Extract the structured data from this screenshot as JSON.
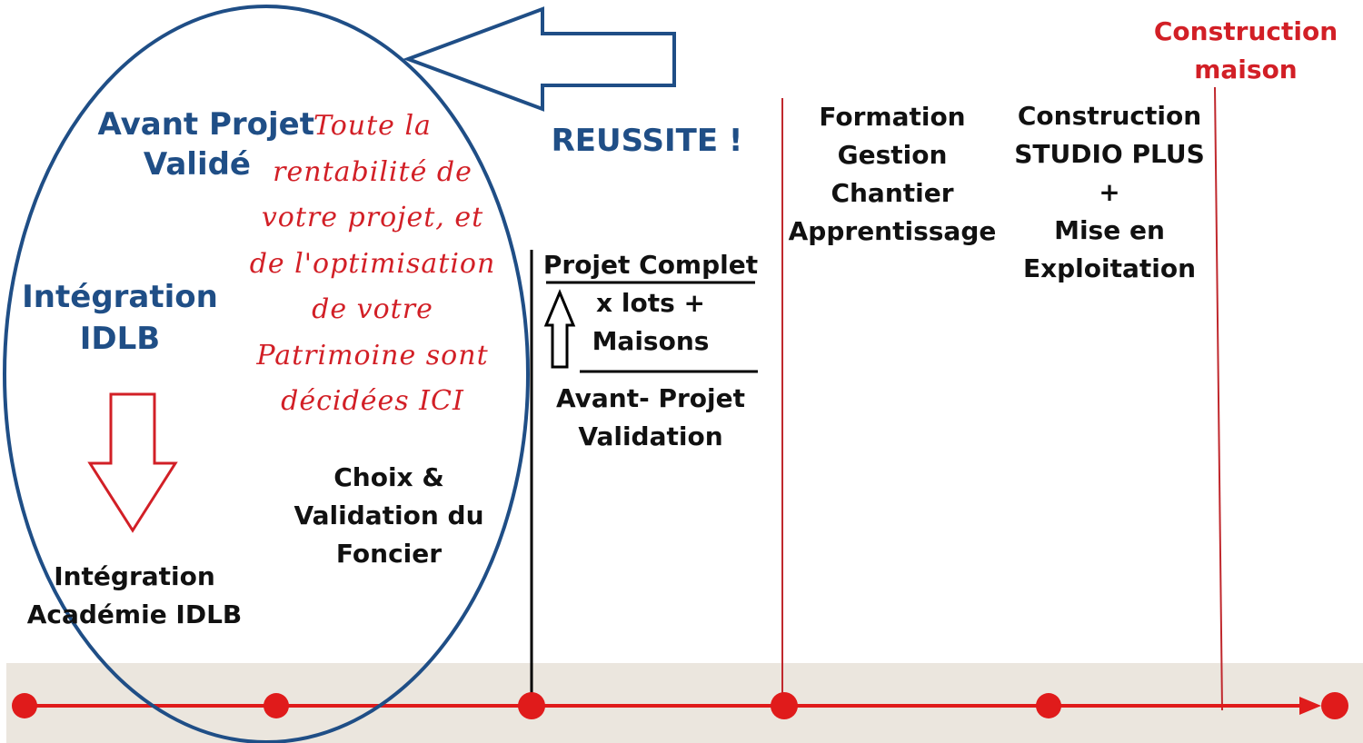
{
  "left_group": {
    "title_line1": "Avant Projet",
    "title_line2": "Validé",
    "integration_line1": "Intégration",
    "integration_line2": "IDLB",
    "academy_line1": "Intégration",
    "academy_line2": "Académie IDLB",
    "foncier_line1": "Choix &",
    "foncier_line2": "Validation du",
    "foncier_line3": "Foncier"
  },
  "callout": {
    "line1": "Toute la",
    "line2": "rentabilité de",
    "line3": "votre projet, et",
    "line4": "de l'optimisation",
    "line5": "de votre",
    "line6": "Patrimoine sont",
    "line7": "décidées  ICI"
  },
  "success": "REUSSITE !",
  "project": {
    "line1": "Projet Complet",
    "line2": "x lots +",
    "line3": "Maisons",
    "line4": "Avant- Projet",
    "line5": "Validation"
  },
  "formation": {
    "line1": "Formation",
    "line2": "Gestion",
    "line3": "Chantier",
    "line4": "Apprentissage"
  },
  "construction_studio": {
    "line1": "Construction",
    "line2": "STUDIO PLUS",
    "line3": "+",
    "line4": "Mise en",
    "line5": "Exploitation"
  },
  "construction_maison": {
    "line1": "Construction",
    "line2": "maison"
  },
  "colors": {
    "accent_red": "#e01b1b",
    "navy": "#1f4e86",
    "bar_bg": "#ebe6de"
  }
}
